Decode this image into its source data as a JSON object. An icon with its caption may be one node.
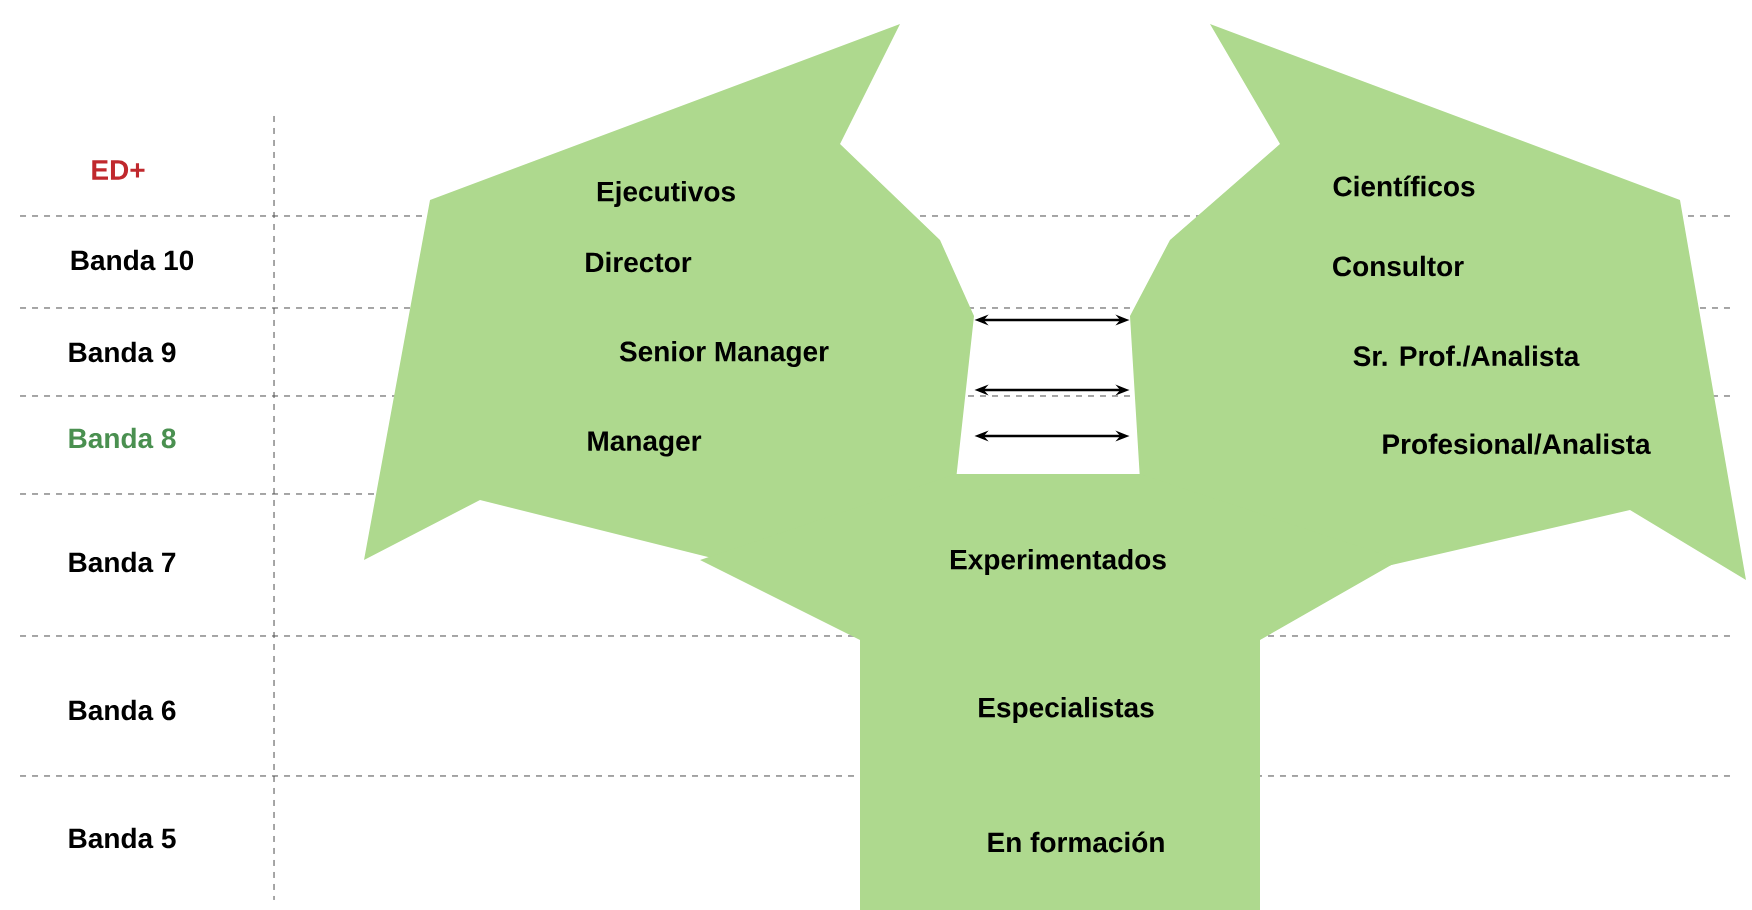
{
  "diagram": {
    "nodes": [
      {
        "text": [
          "Ejecutivos",
          "Director",
          "Senior Manager",
          "Manager"
        ]
      },
      {
        "text": [
          "Científicos",
          "Consultor",
          "Sr. Prof./Analista",
          "Profesional/Analista"
        ]
      },
      {
        "text": [
          "Experimentados",
          "Especialistas",
          "En formación"
        ]
      }
    ],
    "edges": [
      {
        "from": 0,
        "to": 1,
        "arrow": "both"
      },
      {
        "from": 0,
        "to": 1,
        "arrow": "both"
      },
      {
        "from": 0,
        "to": 1,
        "arrow": "both"
      }
    ],
    "labels": [
      "ED+",
      "Banda 10",
      "Banda 9",
      "Banda 8",
      "Banda 7",
      "Banda 6",
      "Banda 5"
    ]
  }
}
